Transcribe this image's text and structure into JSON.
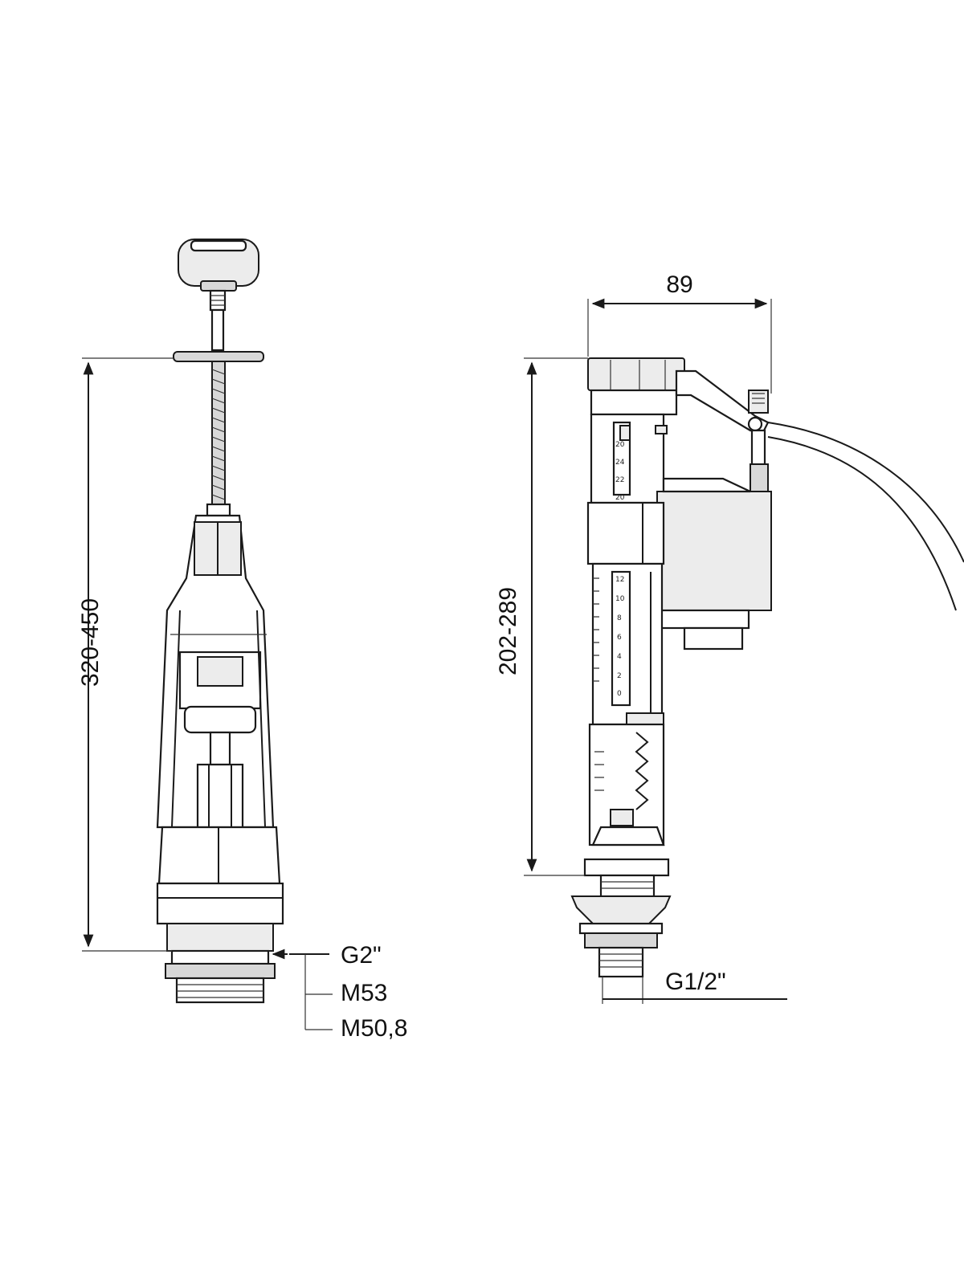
{
  "flush_valve": {
    "height_dim": "320-450",
    "thread_g": "G2\"",
    "thread_m1": "M53",
    "thread_m2": "M50,8"
  },
  "fill_valve": {
    "width_dim": "89",
    "height_dim": "202-289",
    "thread": "G1/2\""
  },
  "colors": {
    "line": "#1a1a1a",
    "background": "#ffffff"
  }
}
